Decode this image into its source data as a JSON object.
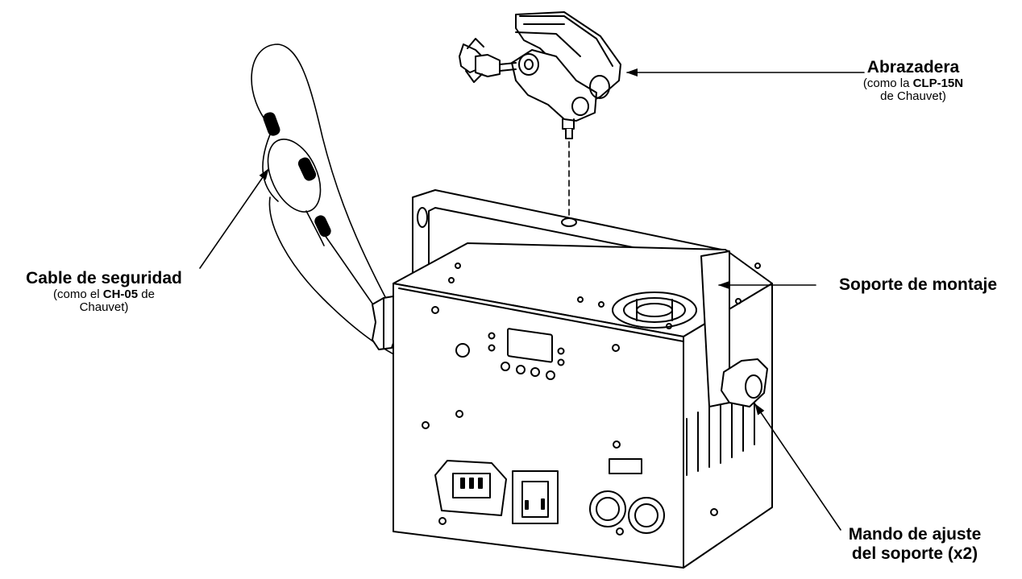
{
  "labels": {
    "clamp": {
      "title": "Abrazadera",
      "sub1_pre": "(como la ",
      "sub1_bold": "CLP-15N",
      "sub2": "de Chauvet)"
    },
    "safety_cable": {
      "title": "Cable de seguridad",
      "sub1_pre": "(como el ",
      "sub1_bold": "CH-05",
      "sub1_post": " de",
      "sub2": "Chauvet)"
    },
    "mounting_bracket": {
      "title": "Soporte de montaje"
    },
    "bracket_knob": {
      "line1": "Mando de ajuste",
      "line2": "del soporte (x2)"
    }
  }
}
